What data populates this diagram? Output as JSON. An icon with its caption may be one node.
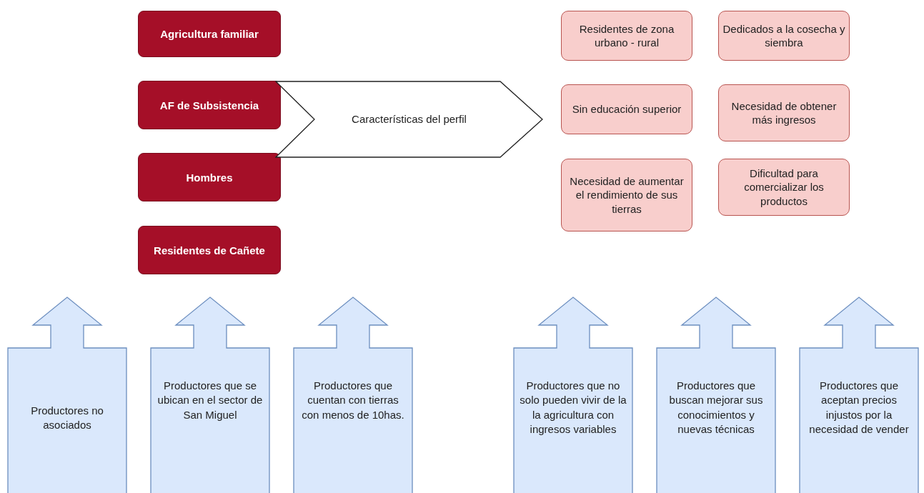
{
  "diagram": {
    "nodes": [
      {
        "text": [
          "Agricultura familiar"
        ]
      },
      {
        "text": [
          "AF de Subsistencia"
        ]
      },
      {
        "text": [
          "Hombres"
        ]
      },
      {
        "text": [
          "Residentes de Cañete"
        ]
      },
      {
        "text": [
          "Características del perfil"
        ]
      },
      {
        "text": [
          "Residentes de zona urbano - rural"
        ]
      },
      {
        "text": [
          "Dedicados a la cosecha y siembra"
        ]
      },
      {
        "text": [
          "Sin educación superior"
        ]
      },
      {
        "text": [
          "Necesidad de obtener más ingresos"
        ]
      },
      {
        "text": [
          "Necesidad de aumentar el rendimiento de sus tierras"
        ]
      },
      {
        "text": [
          "Dificultad para comercializar los productos"
        ]
      },
      {
        "text": [
          "Productores no asociados"
        ]
      },
      {
        "text": [
          "Productores que se ubican en el sector de San Miguel"
        ]
      },
      {
        "text": [
          "Productores que cuentan con tierras con menos de 10has."
        ]
      },
      {
        "text": [
          "Productores que no solo pueden vivir de la la agricultura con ingresos variables"
        ]
      },
      {
        "text": [
          "Productores que buscan mejorar sus conocimientos y nuevas técnicas"
        ]
      },
      {
        "text": [
          "Productores que aceptan precios injustos por la necesidad de vender"
        ]
      }
    ]
  }
}
